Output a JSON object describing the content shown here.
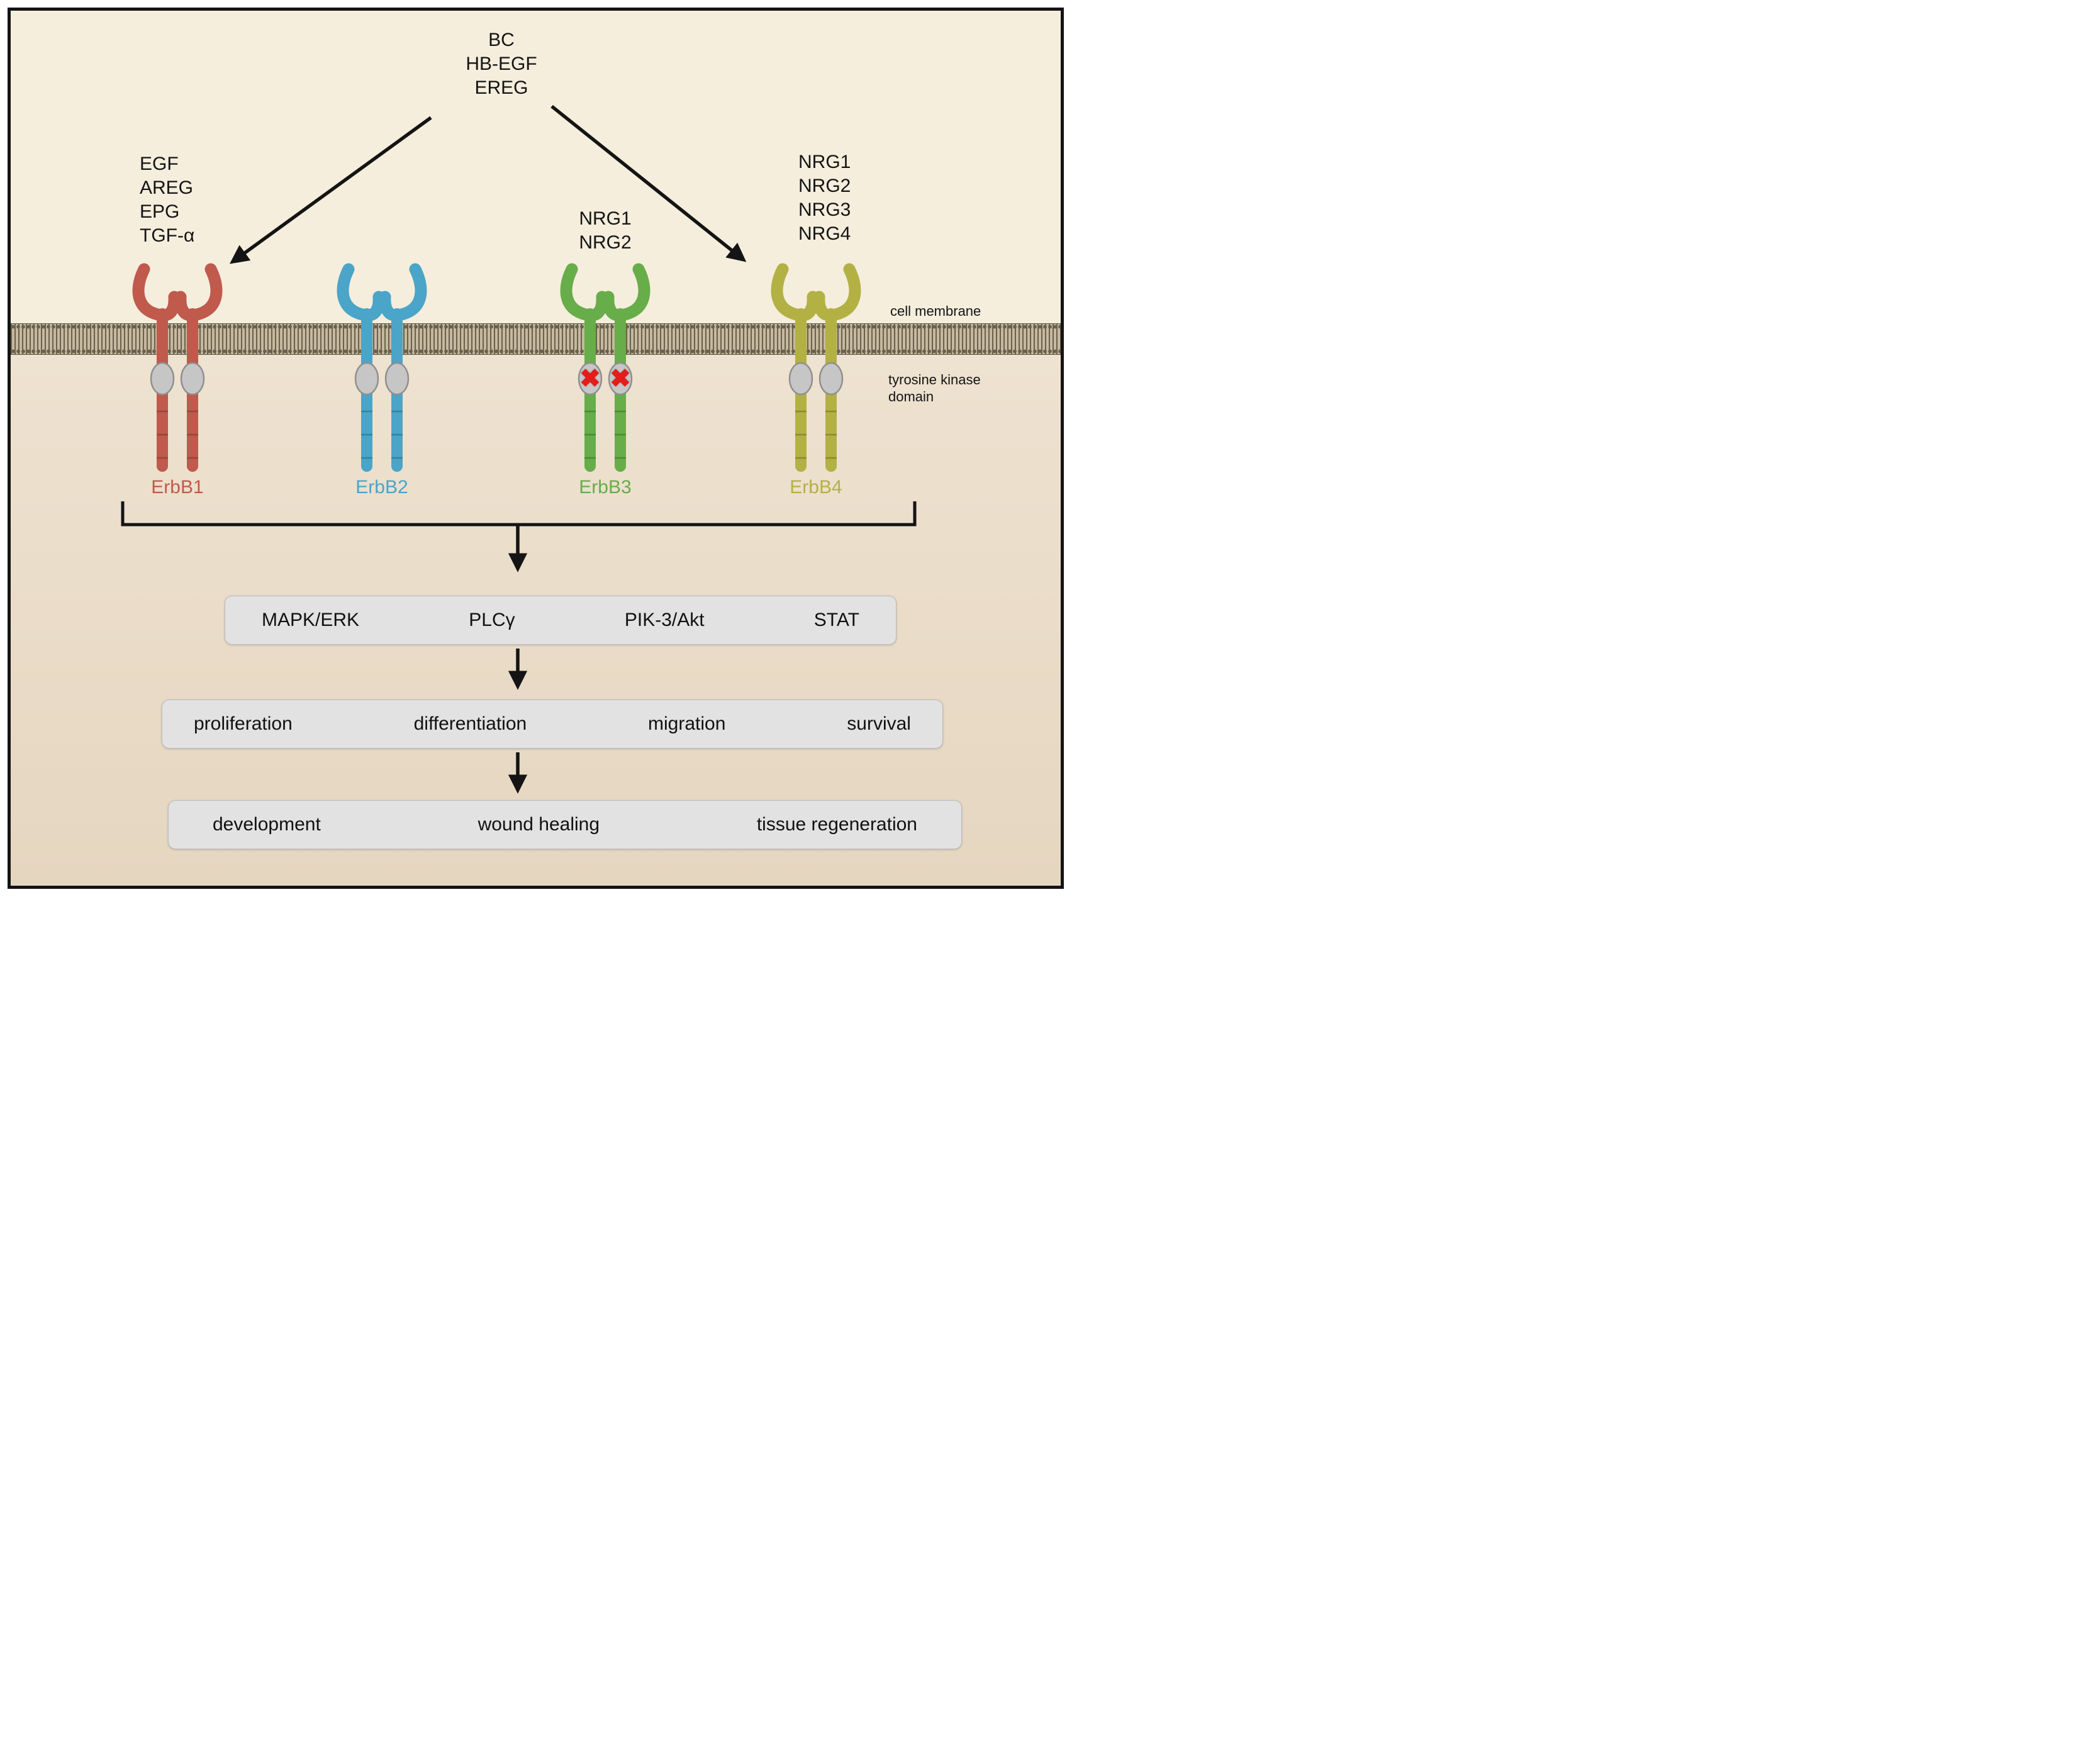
{
  "ligands": {
    "top": [
      "BC",
      "HB-EGF",
      "EREG"
    ],
    "erbb1": [
      "EGF",
      "AREG",
      "EPG",
      "TGF-α"
    ],
    "erbb3": [
      "NRG1",
      "NRG2"
    ],
    "erbb4": [
      "NRG1",
      "NRG2",
      "NRG3",
      "NRG4"
    ]
  },
  "labels": {
    "cell_membrane": "cell membrane",
    "tyrosine_kinase_line1": "tyrosine kinase",
    "tyrosine_kinase_line2": "domain"
  },
  "receptors": [
    {
      "name": "ErbB1",
      "color": "#bf5a4c",
      "kinase_dead": false
    },
    {
      "name": "ErbB2",
      "color": "#4aa5c8",
      "kinase_dead": false
    },
    {
      "name": "ErbB3",
      "color": "#67ad49",
      "kinase_dead": true
    },
    {
      "name": "ErbB4",
      "color": "#b3b144",
      "kinase_dead": false
    }
  ],
  "icons": {
    "kinase_dead_x": "✖"
  },
  "kinase_domain_color": "#c6c6c6",
  "boxes": {
    "pathways": [
      "MAPK/ERK",
      "PLCγ",
      "PIK-3/Akt",
      "STAT"
    ],
    "outcomes": [
      "proliferation",
      "differentiation",
      "migration",
      "survival"
    ],
    "processes": [
      "development",
      "wound healing",
      "tissue regeneration"
    ]
  }
}
